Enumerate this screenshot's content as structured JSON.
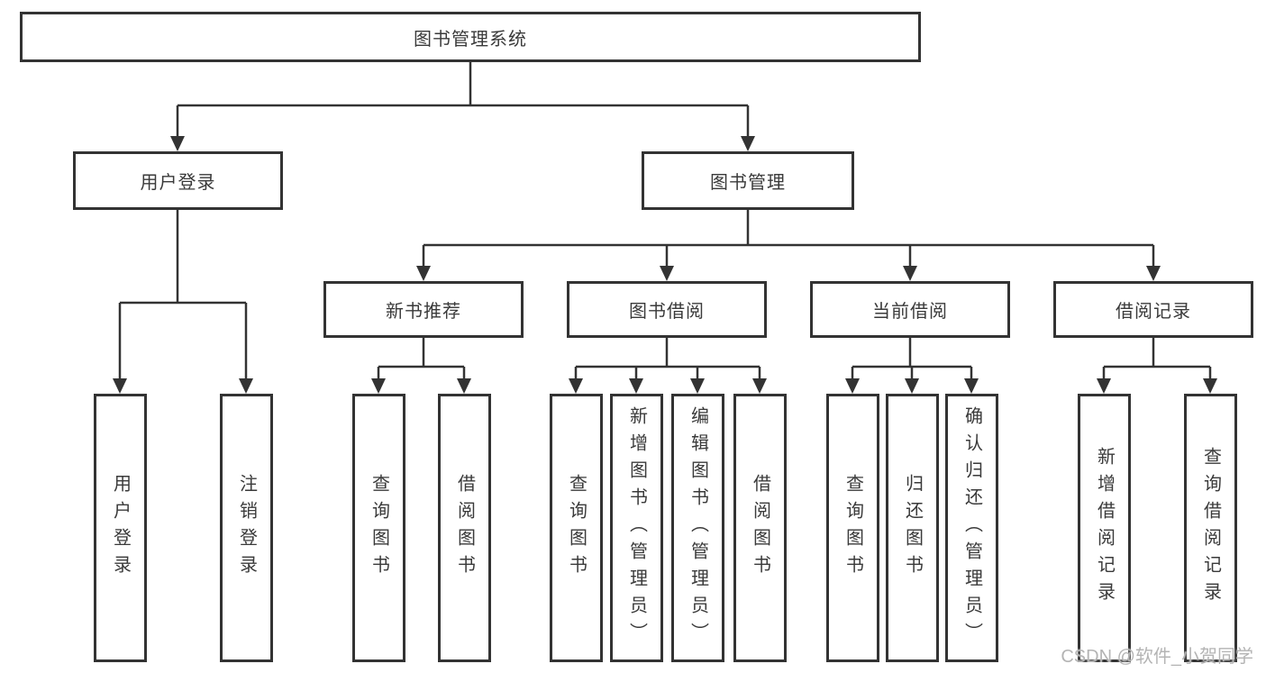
{
  "diagram": {
    "title": "图书管理系统",
    "branches": [
      {
        "label": "用户登录",
        "children": [
          "用户登录",
          "注销登录"
        ]
      },
      {
        "label": "图书管理",
        "children": [
          {
            "label": "新书推荐",
            "children": [
              "查询图书",
              "借阅图书"
            ]
          },
          {
            "label": "图书借阅",
            "children": [
              "查询图书",
              "新增图书（管理员）",
              "编辑图书（管理员）",
              "借阅图书"
            ]
          },
          {
            "label": "当前借阅",
            "children": [
              "查询图书",
              "归还图书",
              "确认归还（管理员）"
            ]
          },
          {
            "label": "借阅记录",
            "children": [
              "新增借阅记录",
              "查询借阅记录"
            ]
          }
        ]
      }
    ],
    "watermark": "CSDN @软件_小贺同学",
    "colors": {
      "line": "#333333",
      "text": "#3a3a3a",
      "box_background": "#ffffff",
      "page_background": "#ffffff",
      "watermark": "#b4b4b4"
    }
  }
}
